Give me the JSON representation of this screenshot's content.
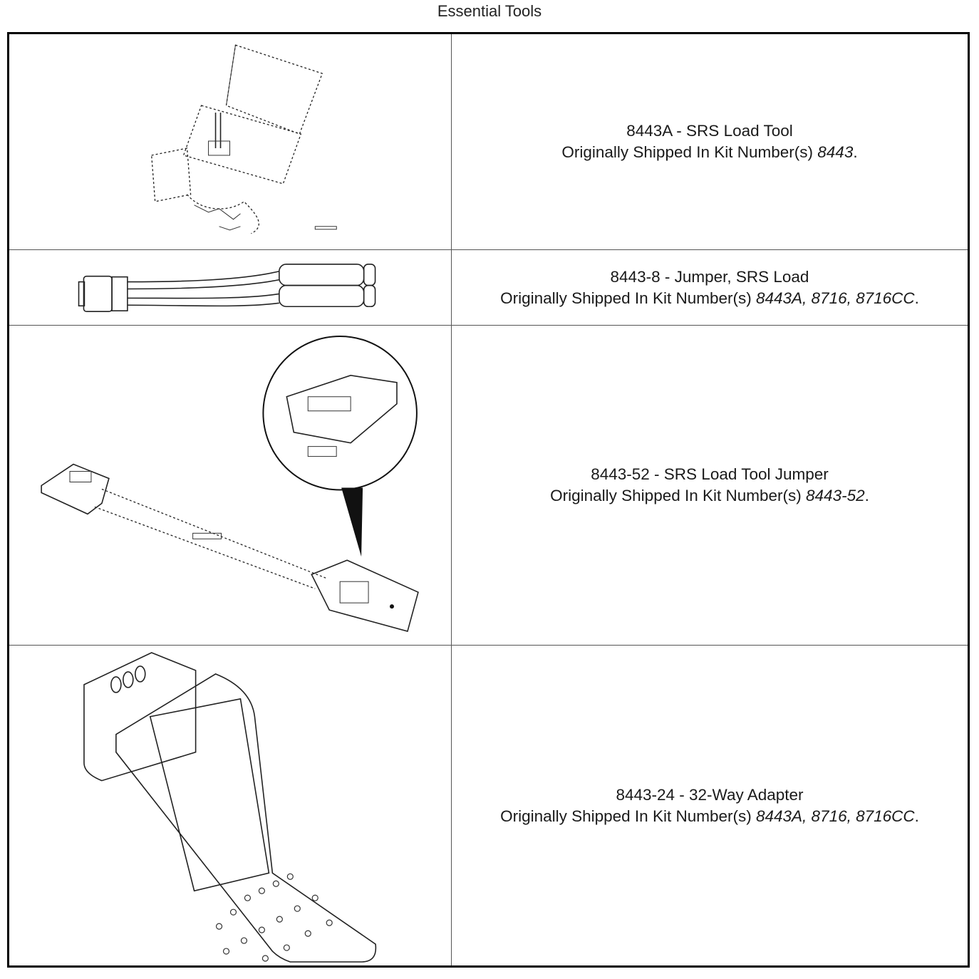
{
  "page": {
    "title": "Essential Tools"
  },
  "tools": [
    {
      "name": "8443A - SRS Load Tool",
      "shipped_prefix": "Originally Shipped In Kit Number(s)",
      "kits": "8443",
      "icon": "srs-load-tool-illustration"
    },
    {
      "name": "8443-8 - Jumper, SRS Load",
      "shipped_prefix": "Originally Shipped In Kit Number(s)",
      "kits": "8443A, 8716, 8716CC",
      "icon": "jumper-cable-illustration"
    },
    {
      "name": "8443-52 - SRS Load Tool Jumper",
      "shipped_prefix": "Originally Shipped In Kit Number(s)",
      "kits": "8443-52",
      "icon": "jumper-harness-illustration"
    },
    {
      "name": "8443-24 - 32-Way Adapter",
      "shipped_prefix": "Originally Shipped In Kit Number(s)",
      "kits": "8443A, 8716, 8716CC",
      "icon": "adapter-illustration"
    }
  ]
}
